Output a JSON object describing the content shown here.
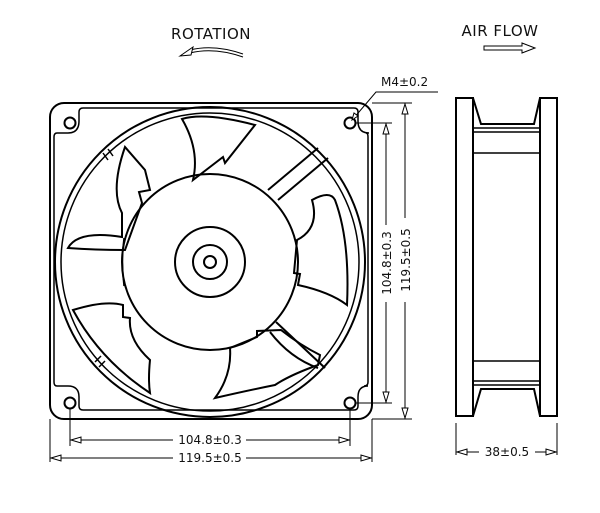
{
  "labels": {
    "rotation": "ROTATION",
    "airflow": "AIR FLOW"
  },
  "dimensions": {
    "mount_hole": "M4±0.2",
    "hole_spacing_vertical": "104.8±0.3",
    "overall_height": "119.5±0.5",
    "hole_spacing_horizontal": "104.8±0.3",
    "overall_width": "119.5±0.5",
    "depth": "38±0.5"
  },
  "colors": {
    "line": "#000000",
    "background": "#ffffff"
  }
}
